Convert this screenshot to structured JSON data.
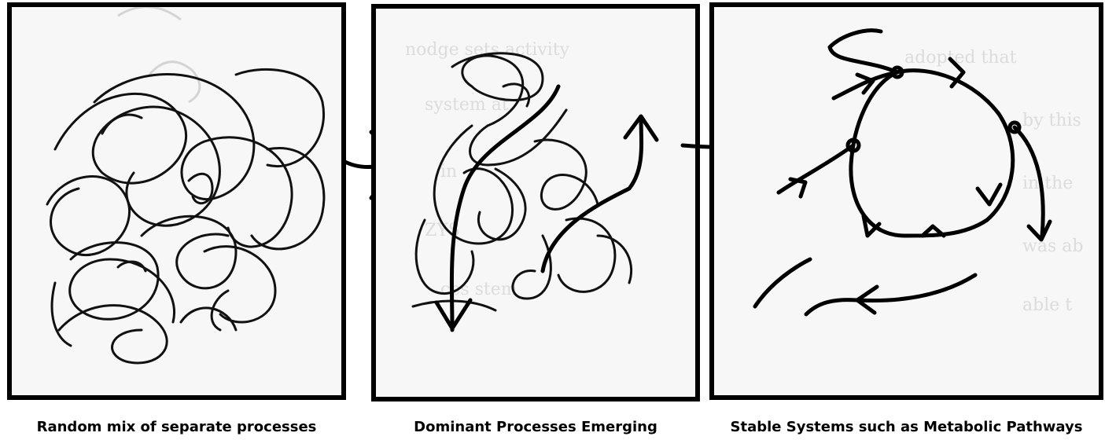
{
  "captions": {
    "panel1": "Random mix of separate processes",
    "panel2": "Dominant Processes Emerging",
    "panel3": "Stable Systems such as Metabolic Pathways"
  }
}
